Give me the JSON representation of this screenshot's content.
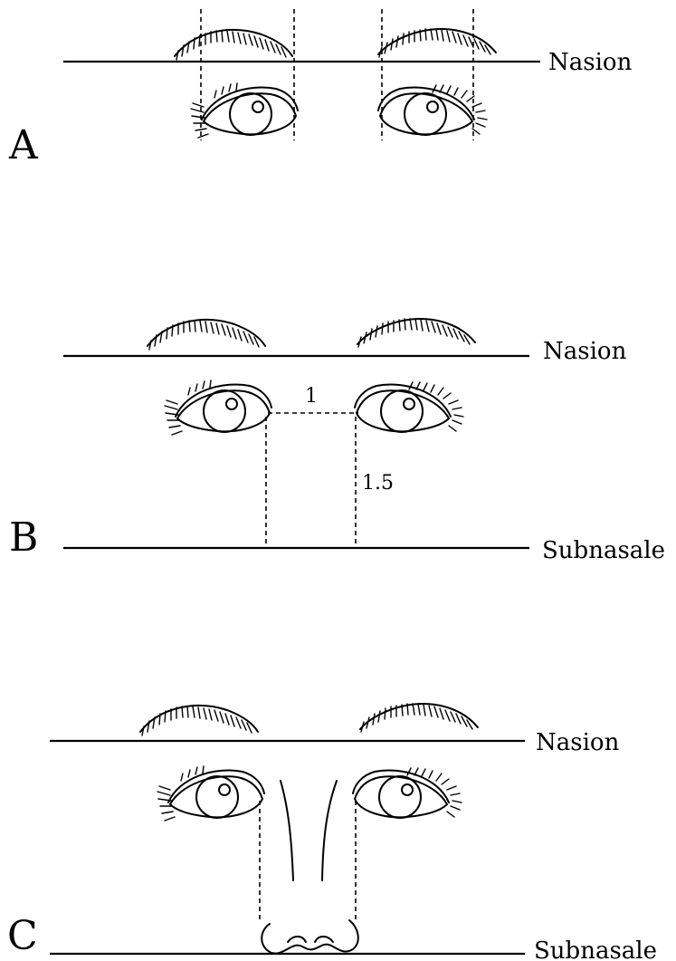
{
  "panels": [
    {
      "letter": "A",
      "top_line": "Nasion"
    },
    {
      "letter": "B",
      "top_line": "Nasion",
      "bottom_line": "Subnasale",
      "ratio_horizontal": "1",
      "ratio_vertical": "1.5"
    },
    {
      "letter": "C",
      "top_line": "Nasion",
      "bottom_line": "Subnasale"
    }
  ]
}
